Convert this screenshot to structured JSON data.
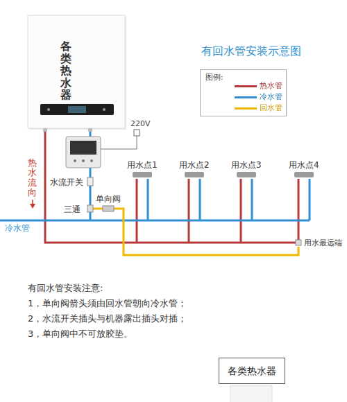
{
  "diagram": {
    "title": "有回水管安装示意图",
    "nodes": [
      {
        "text": [
          "各类热水器"
        ]
      },
      {
        "text": [
          "图例:"
        ]
      },
      {
        "text": [
          "各类热水器"
        ]
      }
    ],
    "labels": [
      "220V",
      "热水流向",
      "水流开关",
      "单向阀",
      "三通",
      "冷水管",
      "用水点1",
      "用水点2",
      "用水点3",
      "用水点4",
      "用水最远端",
      "有回水管安装注意:",
      "1，单向阀箭头须由回水管朝向冷水管；",
      "2，水流开关插头与机器露出插头对插；",
      "3，单向阀中不可放胶垫。"
    ],
    "legend": [
      {
        "text": "热水管",
        "color": "#b5383a"
      },
      {
        "text": "冷水管",
        "color": "#2f8fd0"
      },
      {
        "text": "回水管",
        "color": "#f2b705"
      }
    ]
  }
}
